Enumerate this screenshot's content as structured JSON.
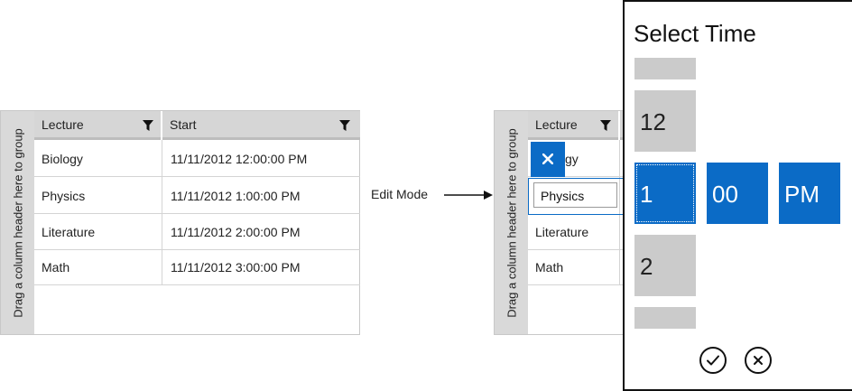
{
  "group_panel_text": "Drag a column header here to group",
  "columns": {
    "lecture": "Lecture",
    "start": "Start"
  },
  "rows": [
    {
      "lecture": "Biology",
      "start": "11/11/2012 12:00:00 PM"
    },
    {
      "lecture": "Physics",
      "start": "11/11/2012 1:00:00 PM"
    },
    {
      "lecture": "Literature",
      "start": "11/11/2012 2:00:00 PM"
    },
    {
      "lecture": "Math",
      "start": "11/11/2012 3:00:00 PM"
    }
  ],
  "edit_mode_label": "Edit Mode",
  "edit_grid": {
    "partial_first_cell": "gy",
    "editing_value": "Physics"
  },
  "time_picker": {
    "title": "Select Time",
    "hours": [
      "12",
      "1",
      "2"
    ],
    "minute": "00",
    "period": "PM"
  },
  "icons": {
    "filter": "filter-funnel-icon",
    "clear": "clear-x-icon",
    "accept": "check-circle-icon",
    "cancel": "close-circle-icon"
  },
  "colors": {
    "accent": "#0b6bc6",
    "header": "#d6d6d6",
    "tile": "#cbcbcb"
  }
}
